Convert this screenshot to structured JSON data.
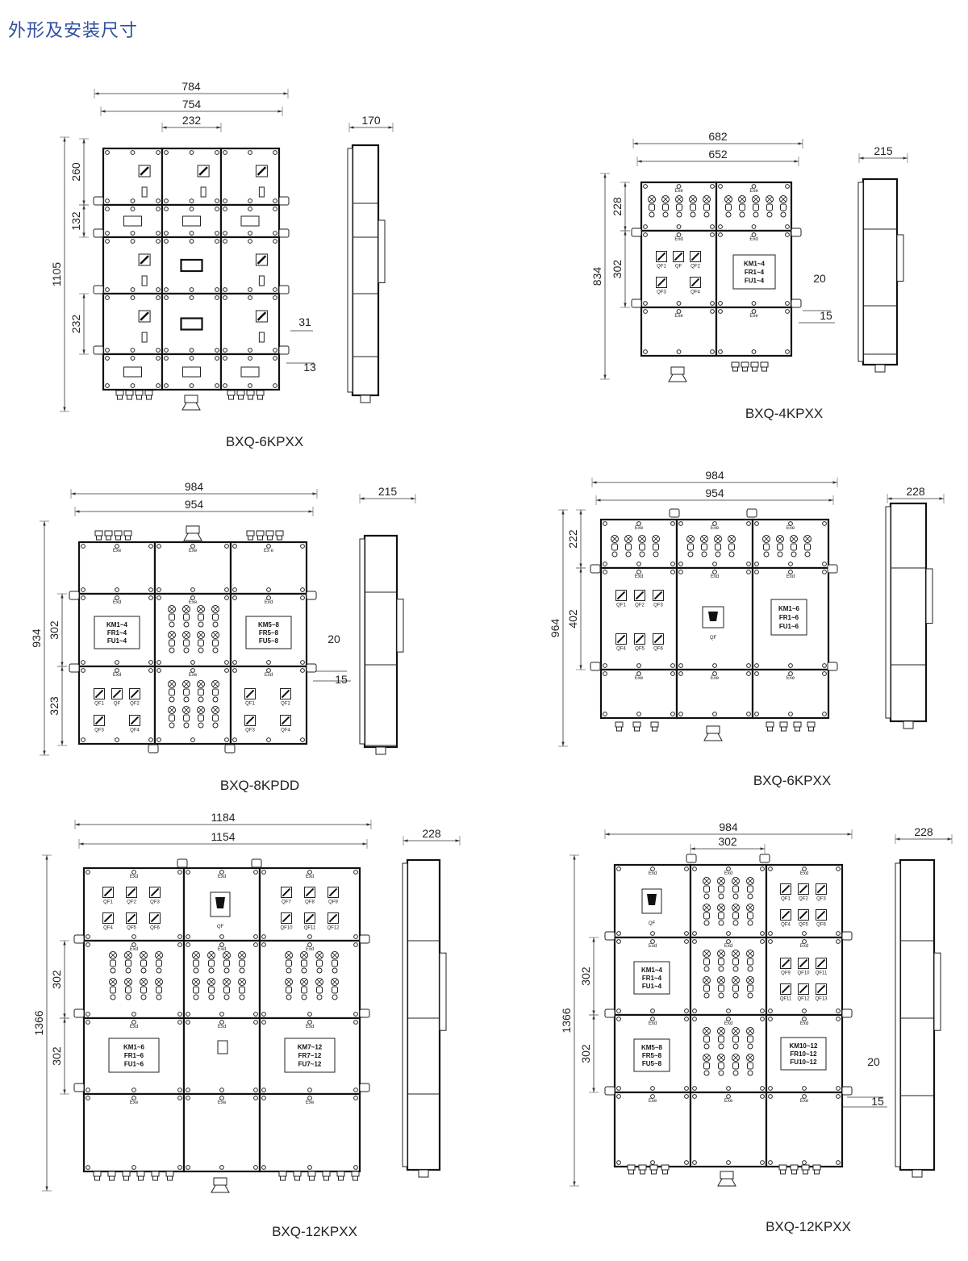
{
  "title": "外形及安装尺寸",
  "marks": {
    "exd": "Exd",
    "exe": "Exe",
    "qf": "QF"
  },
  "views": [
    {
      "id": "v1",
      "model": "BXQ-6KPXX",
      "dims": {
        "w_outer": "784",
        "w_inner": "754",
        "w_cell": "232",
        "depth": "170",
        "height": "1105",
        "rows": [
          "260",
          "132",
          "232"
        ],
        "hole_a": "31",
        "hole_b": "13"
      }
    },
    {
      "id": "v2",
      "model": "BXQ-4KPXX",
      "dims": {
        "w_outer": "682",
        "w_inner": "652",
        "depth": "215",
        "height": "834",
        "rows": [
          "228",
          "302"
        ],
        "hole_a": "20",
        "hole_b": "15"
      },
      "breakers": [
        "QF1",
        "QF",
        "QF2",
        "QF3",
        "QF4"
      ],
      "plate": [
        "KM1~4",
        "FR1~4",
        "FU1~4"
      ]
    },
    {
      "id": "v3",
      "model": "BXQ-8KPDD",
      "dims": {
        "w_outer": "984",
        "w_inner": "954",
        "depth": "215",
        "height": "934",
        "rows": [
          "302",
          "323"
        ],
        "hole_a": "20",
        "hole_b": "15"
      },
      "top_labels": [
        "Exe",
        "Exe",
        "Ex e"
      ],
      "plate_left": [
        "KM1~4",
        "FR1~4",
        "FU1~4"
      ],
      "plate_right": [
        "KM5~8",
        "FR5~8",
        "FU5~8"
      ],
      "breakers": [
        "QF1",
        "QF",
        "QF2",
        "QF3",
        "QF4"
      ]
    },
    {
      "id": "v4",
      "model": "BXQ-6KPXX",
      "dims": {
        "w_outer": "984",
        "w_inner": "954",
        "depth": "228",
        "height": "964",
        "rows": [
          "222",
          "402"
        ]
      },
      "breakers": [
        "QF1",
        "QF2",
        "QF3",
        "QF4",
        "QF5",
        "QF6"
      ],
      "plate": [
        "KM1~6",
        "FR1~6",
        "FU1~6"
      ]
    },
    {
      "id": "v5",
      "model": "BXQ-12KPXX",
      "dims": {
        "w_outer": "1184",
        "w_inner": "1154",
        "depth": "228",
        "height": "1366",
        "rows": [
          "302",
          "302"
        ]
      },
      "breakers_left": [
        "QF1",
        "QF2",
        "QF3",
        "QF4",
        "QF5",
        "QF6"
      ],
      "breakers_right": [
        "QF7",
        "QF8",
        "QF9",
        "QF10",
        "QF11",
        "QF12"
      ],
      "plate_left": [
        "KM1~6",
        "FR1~6",
        "FU1~6"
      ],
      "plate_right": [
        "KM7~12",
        "FR7~12",
        "FU7~12"
      ]
    },
    {
      "id": "v6",
      "model": "BXQ-12KPXX",
      "dims": {
        "w_outer": "984",
        "w_cell": "302",
        "depth": "228",
        "height": "1366",
        "rows": [
          "302",
          "302"
        ],
        "hole_a": "20",
        "hole_b": "15"
      },
      "breakers_a": [
        "QF1",
        "QF2",
        "QF3",
        "QF4",
        "QF5",
        "QF6"
      ],
      "breakers_b": [
        "QF9",
        "QF9",
        "QF10",
        "QF11",
        "QF12",
        "QF13"
      ],
      "plate_a": [
        "KM1~4",
        "FR1~4",
        "FU1~4"
      ],
      "plate_b": [
        "KM5~8",
        "FR5~8",
        "FU5~8"
      ],
      "plate_c": [
        "KM10~12",
        "FR10~12",
        "FU10~12"
      ]
    }
  ]
}
